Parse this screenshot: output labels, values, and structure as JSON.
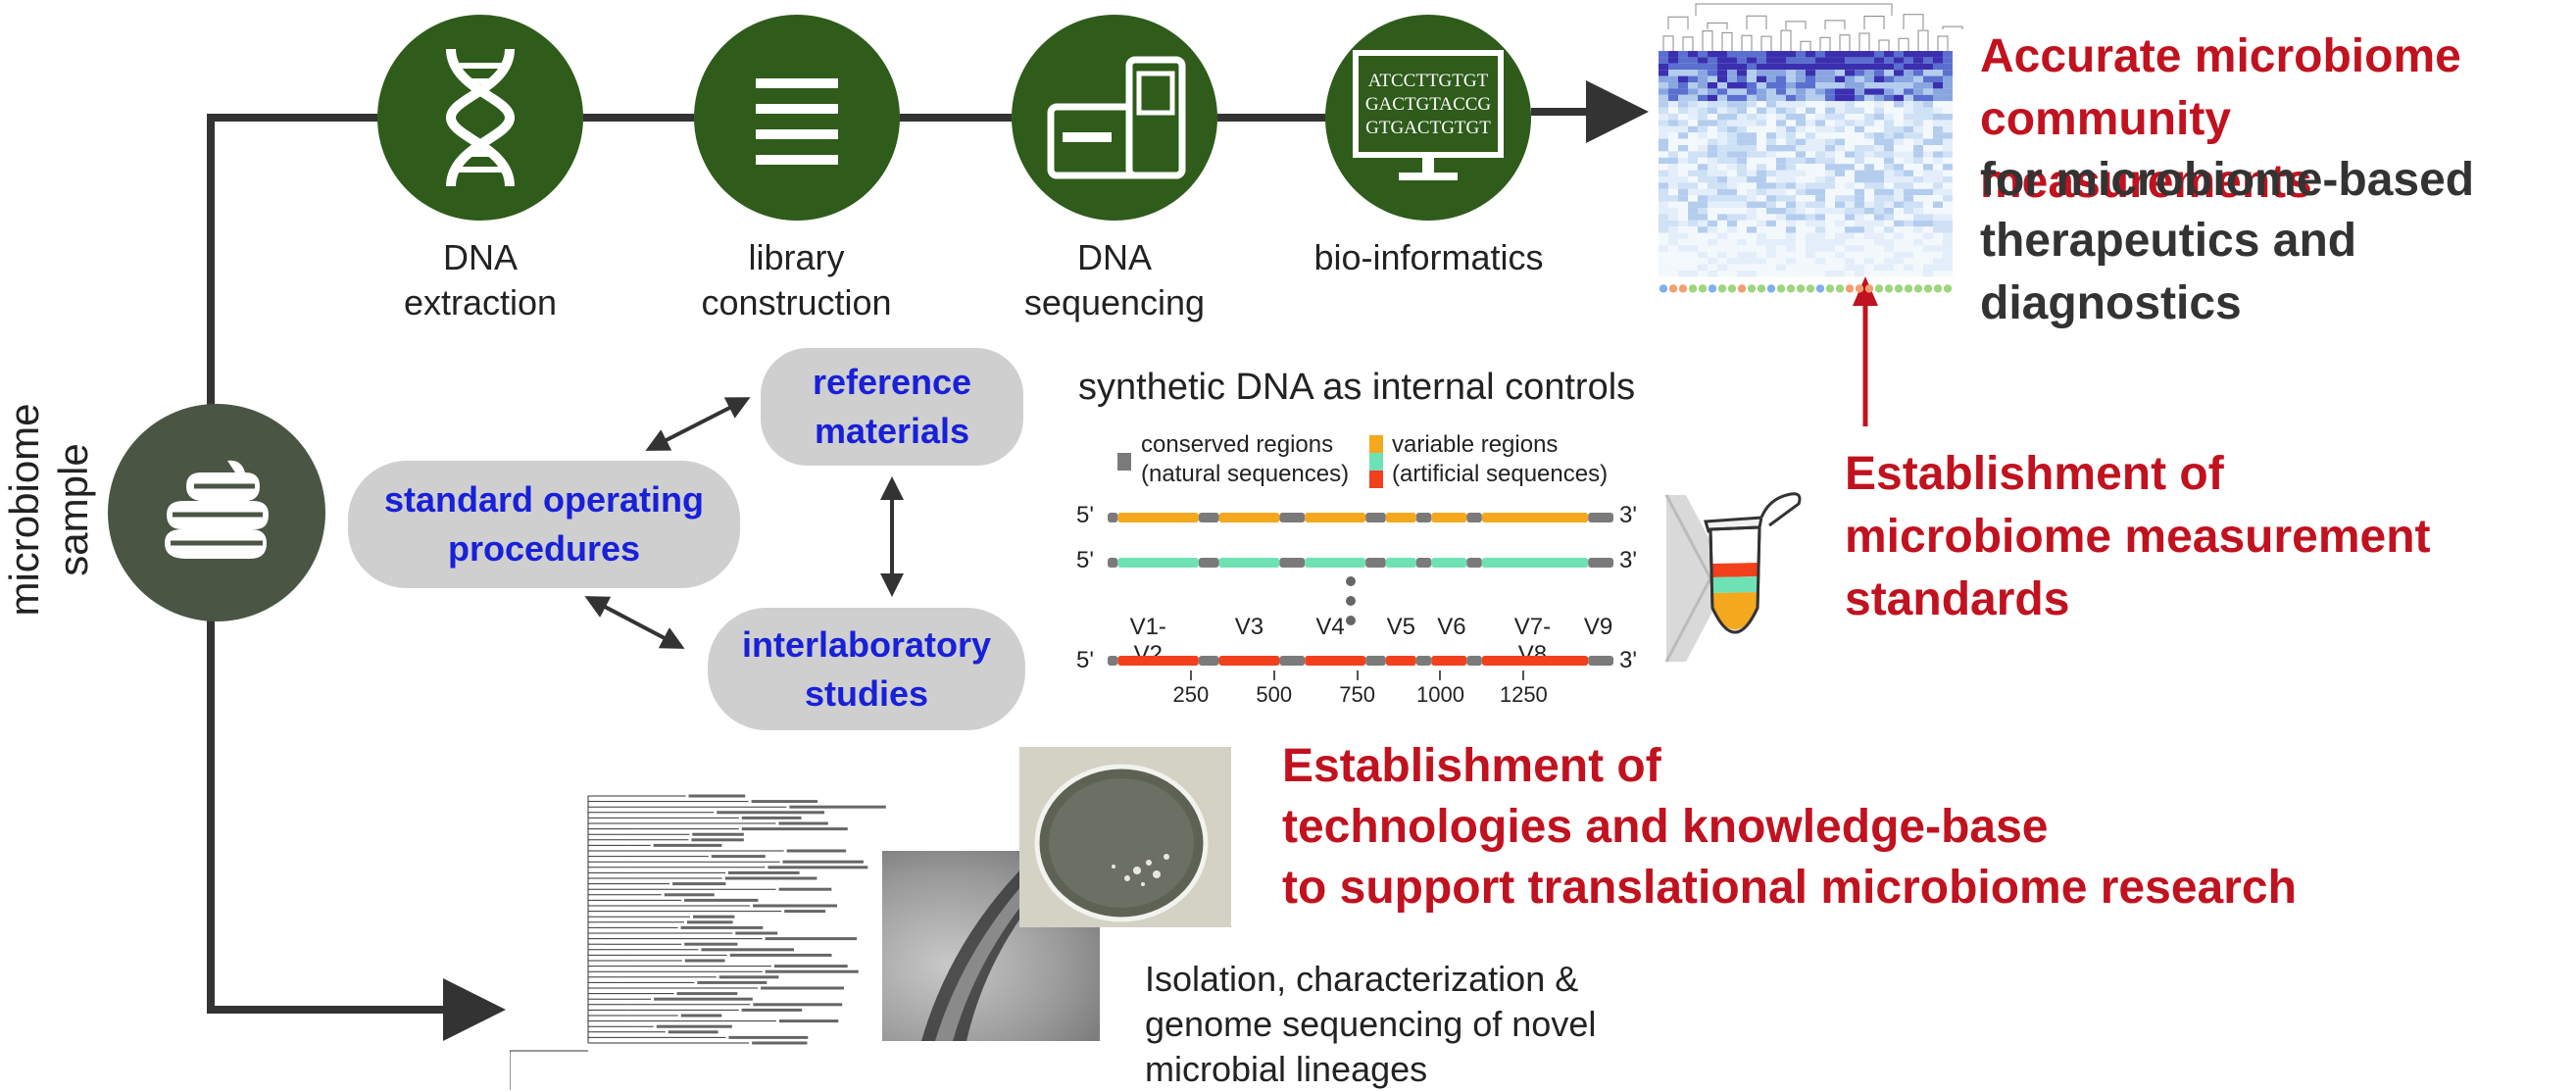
{
  "sample": {
    "label_line1": "microbiome",
    "label_line2": "sample"
  },
  "workflow": {
    "steps": [
      {
        "line1": "DNA",
        "line2": "extraction"
      },
      {
        "line1": "library",
        "line2": "construction"
      },
      {
        "line1": "DNA",
        "line2": "sequencing"
      },
      {
        "line1": "bio-informatics",
        "line2": ""
      }
    ],
    "monitor_text": [
      "ATCCTTGTGT",
      "GACTGTACCG",
      "GTGACTGTGT"
    ]
  },
  "outcome_top": {
    "line1": "Accurate microbiome",
    "line2": "community measurements",
    "line3": "for microbiome-based",
    "line4": "therapeutics and diagnostics"
  },
  "standards": {
    "reference": {
      "line1": "reference",
      "line2": "materials"
    },
    "sop": {
      "line1": "standard operating",
      "line2": "procedures"
    },
    "interlab": {
      "line1": "interlaboratory",
      "line2": "studies"
    }
  },
  "synthetic": {
    "title": "synthetic DNA as internal controls",
    "legend": {
      "conserved": "conserved regions",
      "conserved_sub": "(natural sequences)",
      "variable": "variable regions",
      "variable_sub": "(artificial sequences)"
    },
    "five": "5'",
    "three": "3'",
    "regions": [
      "V1-V2",
      "V3",
      "V4",
      "V5",
      "V6",
      "V7-V8",
      "V9"
    ],
    "ticks": [
      "250",
      "500",
      "750",
      "1000",
      "1250"
    ],
    "colors": {
      "conserved": "#7a7a7a",
      "orange": "#f4a81d",
      "mint": "#6fe2b5",
      "red": "#f2401c"
    }
  },
  "outcome_mid": {
    "line1": "Establishment of",
    "line2": "microbiome measurement",
    "line3": "standards"
  },
  "outcome_bottom": {
    "line1": "Establishment of",
    "line2": "technologies and knowledge-base",
    "line3": "to support translational microbiome research"
  },
  "isolation": {
    "line1": "Isolation, characterization &",
    "line2": "genome sequencing of novel",
    "line3": "microbial lineages"
  },
  "colors": {
    "icon_green": "#2f5b1b",
    "sample_dark": "#4a5544",
    "pill_gray": "#cfcfcf",
    "pill_text": "#1820d8",
    "headline_red": "#c1121f",
    "arrow": "#333333"
  }
}
